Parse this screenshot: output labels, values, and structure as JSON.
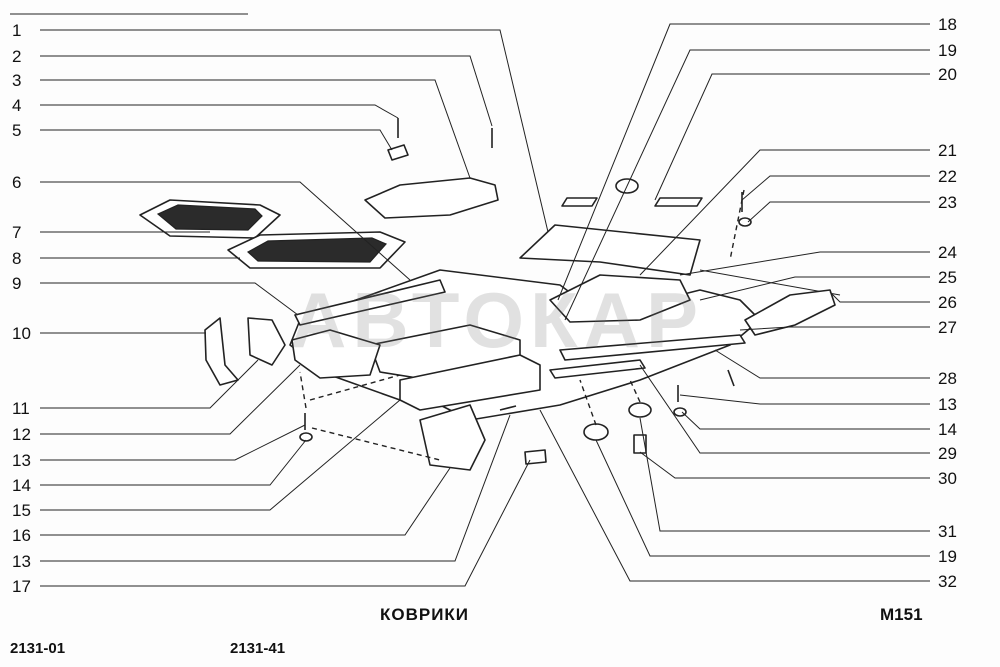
{
  "caption": "КОВРИКИ",
  "drawing_code": "М151",
  "models": [
    "2131-01",
    "2131-41"
  ],
  "watermark": "АВТОКАР",
  "callouts_left": [
    "1",
    "2",
    "3",
    "4",
    "5",
    "6",
    "7",
    "8",
    "9",
    "10",
    "11",
    "12",
    "13",
    "14",
    "15",
    "16",
    "13",
    "17"
  ],
  "callouts_right": [
    "18",
    "19",
    "20",
    "21",
    "22",
    "23",
    "24",
    "25",
    "26",
    "27",
    "28",
    "13",
    "14",
    "29",
    "30",
    "31",
    "19",
    "32"
  ]
}
